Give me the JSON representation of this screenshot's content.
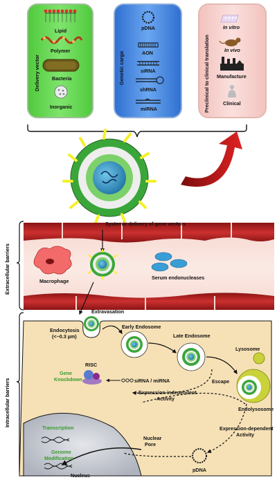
{
  "delivery_vector": {
    "title": "Delivery vector",
    "items": [
      "Lipid",
      "Polymer",
      "Bacteria",
      "Inorganic"
    ],
    "panel_color": "#5cd64a"
  },
  "genetic_cargo": {
    "title": "Genetic cargo",
    "items": [
      "pDNA",
      "AON",
      "siRNA",
      "shRNA",
      "miRNA"
    ],
    "panel_color": "#3b7fe0"
  },
  "preclinical": {
    "title": "Preclinical to clinical translation",
    "items": [
      "In vitro",
      "In vivo",
      "Manufacture",
      "Clinical"
    ],
    "panel_color": "#f2c4c0"
  },
  "extracellular": {
    "side_label": "Extracellular barriers",
    "systemic_delivery": "Systemic delivery of gene vectors",
    "macrophage": "Macrophage",
    "serum_endonucleases": "Serum endonucleases",
    "extravasation": "Extravasation",
    "vessel_color": "#c8302c"
  },
  "intracellular": {
    "side_label": "Intracellular barriers",
    "endocytosis_line1": "Endocytosis",
    "endocytosis_line2": "(<~0.3 µm)",
    "early_endosome": "Early Endosome",
    "late_endosome": "Late Endosome",
    "lysosome": "Lysosome",
    "endolysosome": "Endolysosome",
    "escape": "Escape",
    "risc": "RISC",
    "gene_knockdown_line1": "Gene",
    "gene_knockdown_line2": "Knockdown",
    "sirna_mirna": "siRNA / miRNA",
    "expr_independent_line1": "Expression-independent",
    "expr_independent_line2": "Activity",
    "expr_dependent_line1": "Expression-dependent",
    "expr_dependent_line2": "Activity",
    "pdna": "pDNA",
    "nuclear_pore_line1": "Nuclear",
    "nuclear_pore_line2": "Pore",
    "transcription": "Transcription",
    "genome_mod_line1": "Genome",
    "genome_mod_line2": "Modification",
    "nucleus": "Nucleus",
    "cell_color": "#f6e1b6"
  }
}
